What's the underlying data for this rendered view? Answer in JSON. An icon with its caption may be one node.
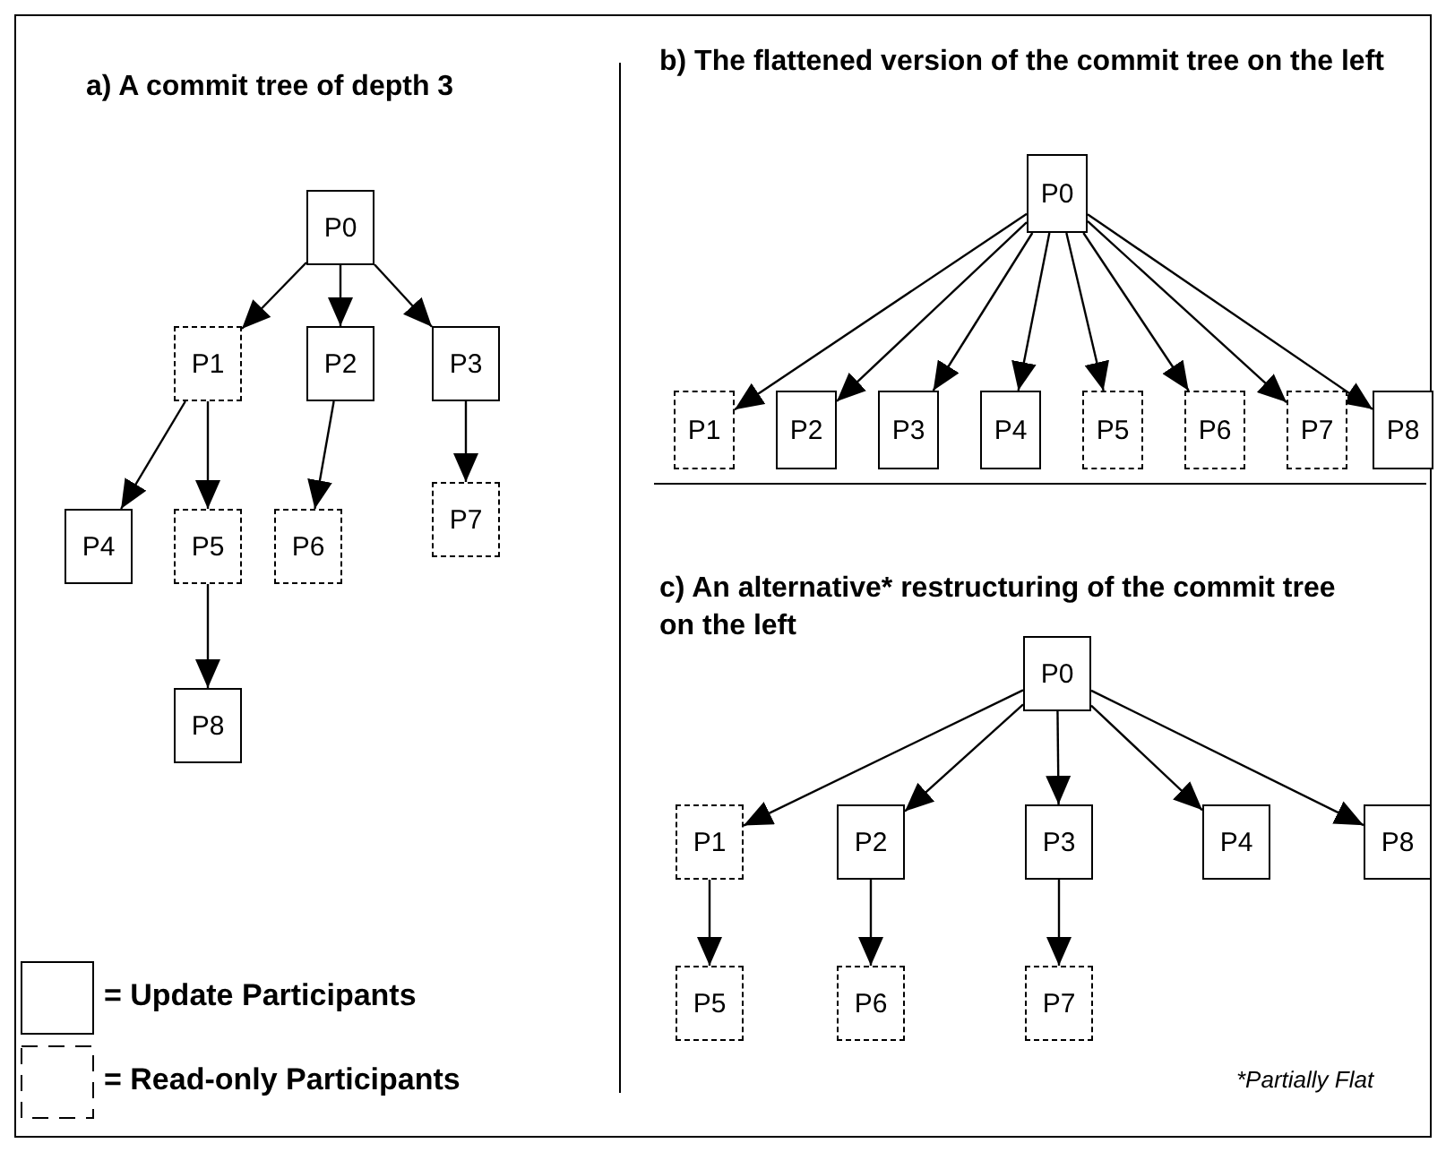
{
  "diagram": {
    "nodes": [
      {
        "text": [
          "P0"
        ]
      },
      {
        "text": [
          "P1"
        ]
      },
      {
        "text": [
          "P2"
        ]
      },
      {
        "text": [
          "P3"
        ]
      },
      {
        "text": [
          "P4"
        ]
      },
      {
        "text": [
          "P5"
        ]
      },
      {
        "text": [
          "P6"
        ]
      },
      {
        "text": [
          "P7"
        ]
      },
      {
        "text": [
          "P8"
        ]
      },
      {
        "text": [
          "P0"
        ]
      },
      {
        "text": [
          "P1"
        ]
      },
      {
        "text": [
          "P2"
        ]
      },
      {
        "text": [
          "P3"
        ]
      },
      {
        "text": [
          "P4"
        ]
      },
      {
        "text": [
          "P5"
        ]
      },
      {
        "text": [
          "P6"
        ]
      },
      {
        "text": [
          "P7"
        ]
      },
      {
        "text": [
          "P8"
        ]
      },
      {
        "text": [
          "P0"
        ]
      },
      {
        "text": [
          "P1"
        ]
      },
      {
        "text": [
          "P2"
        ]
      },
      {
        "text": [
          "P3"
        ]
      },
      {
        "text": [
          "P4"
        ]
      },
      {
        "text": [
          "P8"
        ]
      },
      {
        "text": [
          "P5"
        ]
      },
      {
        "text": [
          "P6"
        ]
      },
      {
        "text": [
          "P7"
        ]
      }
    ],
    "edges": [
      {
        "from": 0,
        "to": 1,
        "arrow": "to"
      },
      {
        "from": 0,
        "to": 2,
        "arrow": "to"
      },
      {
        "from": 0,
        "to": 3,
        "arrow": "to"
      },
      {
        "from": 1,
        "to": 4,
        "arrow": "to"
      },
      {
        "from": 1,
        "to": 5,
        "arrow": "to"
      },
      {
        "from": 2,
        "to": 6,
        "arrow": "to"
      },
      {
        "from": 3,
        "to": 7,
        "arrow": "to"
      },
      {
        "from": 5,
        "to": 8,
        "arrow": "to"
      },
      {
        "from": 9,
        "to": 10,
        "arrow": "to"
      },
      {
        "from": 9,
        "to": 11,
        "arrow": "to"
      },
      {
        "from": 9,
        "to": 12,
        "arrow": "to"
      },
      {
        "from": 9,
        "to": 13,
        "arrow": "to"
      },
      {
        "from": 9,
        "to": 14,
        "arrow": "to"
      },
      {
        "from": 9,
        "to": 15,
        "arrow": "to"
      },
      {
        "from": 9,
        "to": 16,
        "arrow": "to"
      },
      {
        "from": 9,
        "to": 17,
        "arrow": "to"
      },
      {
        "from": 18,
        "to": 19,
        "arrow": "to"
      },
      {
        "from": 18,
        "to": 20,
        "arrow": "to"
      },
      {
        "from": 18,
        "to": 21,
        "arrow": "to"
      },
      {
        "from": 18,
        "to": 22,
        "arrow": "to"
      },
      {
        "from": 18,
        "to": 23,
        "arrow": "to"
      },
      {
        "from": 19,
        "to": 24,
        "arrow": "to"
      },
      {
        "from": 20,
        "to": 25,
        "arrow": "to"
      },
      {
        "from": 21,
        "to": 26,
        "arrow": "to"
      }
    ],
    "labels": [
      "a) A commit tree of depth 3",
      "b) The flattened version of the commit tree on the left",
      "c) An alternative* restructuring of the commit tree on the left",
      "*Partially Flat"
    ],
    "legend": [
      {
        "text": "= Update Participants"
      },
      {
        "text": "= Read-only Participants"
      }
    ]
  }
}
